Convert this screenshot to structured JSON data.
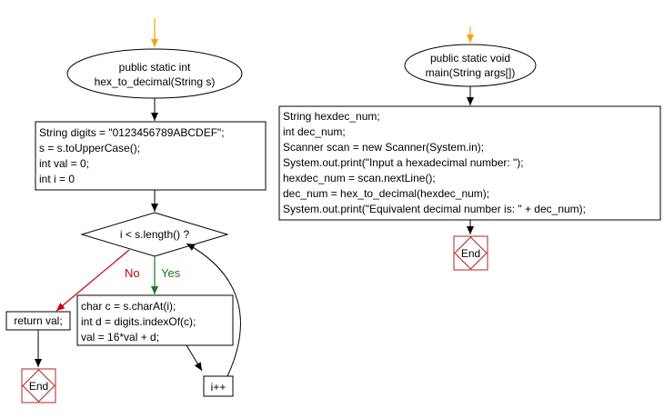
{
  "func": {
    "title_line1": "public static int",
    "title_line2": "hex_to_decimal(String s)",
    "init": [
      "String digits = \"0123456789ABCDEF\";",
      "s = s.toUpperCase();",
      "int val = 0;",
      "int i = 0"
    ],
    "condition": "i < s.length() ?",
    "no_label": "No",
    "yes_label": "Yes",
    "body": [
      "char c = s.charAt(i);",
      "int d = digits.indexOf(c);",
      "val = 16*val + d;"
    ],
    "increment": "i++",
    "return_stmt": "return val;",
    "end_label": "End"
  },
  "main": {
    "title_line1": "public static void",
    "title_line2": "main(String args[])",
    "body": [
      "String hexdec_num;",
      "int dec_num;",
      "Scanner scan = new Scanner(System.in);",
      "System.out.print(\"Input a hexadecimal number: \");",
      "hexdec_num = scan.nextLine();",
      "dec_num = hex_to_decimal(hexdec_num);",
      "System.out.print(\"Equivalent decimal number is: \" + dec_num);"
    ],
    "end_label": "End"
  },
  "colors": {
    "start_arrow": "#f5a400",
    "no_arrow": "#cc0000",
    "yes_arrow": "#1a7a1a",
    "end_border": "#b22222",
    "line": "#000000"
  }
}
